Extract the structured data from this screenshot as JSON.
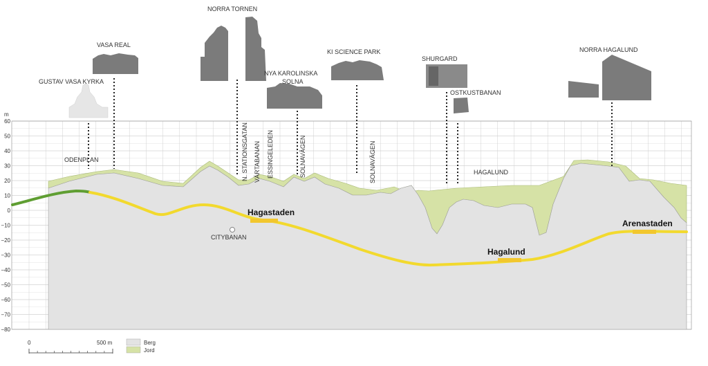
{
  "y_axis": {
    "unit": "m",
    "ticks": [
      60,
      50,
      40,
      30,
      20,
      10,
      0,
      -10,
      -20,
      -30,
      -40,
      -50,
      -60,
      -70,
      -80
    ]
  },
  "landmarks": [
    {
      "id": "gustav-vasa-kyrka",
      "label": "GUSTAV VASA KYRKA"
    },
    {
      "id": "vasa-real",
      "label": "VASA REAL"
    },
    {
      "id": "norra-tornen",
      "label": "NORRA TORNEN"
    },
    {
      "id": "nya-karolinska",
      "label_line1": "NYA KAROLINSKA",
      "label_line2": "SOLNA"
    },
    {
      "id": "ki-science-park",
      "label": "KI SCIENCE PARK"
    },
    {
      "id": "shurgard",
      "label": "SHURGARD"
    },
    {
      "id": "ostkustbanan",
      "label": "OSTKUSTBANAN"
    },
    {
      "id": "norra-hagalund",
      "label": "NORRA HAGALUND"
    }
  ],
  "street_labels": {
    "odenplan": "ODENPLAN",
    "n_stationsgatan": "N. STATIONSGATAN",
    "vartabanan": "VÄRTABANAN",
    "essingeleden": "ESSINGELEDEN",
    "solnavagen_1": "SOLNAVÄGEN",
    "solnavagen_2": "SOLNAVÄGEN",
    "hagalund": "HAGALUND",
    "citybanan": "CITYBANAN"
  },
  "stations": {
    "hagastaden": "Hagastaden",
    "hagalund": "Hagalund",
    "arenastaden": "Arenastaden"
  },
  "scale_bar": {
    "start": "0",
    "end": "500 m"
  },
  "legend": [
    {
      "label": "Berg",
      "color": "#e3e3e3"
    },
    {
      "label": "Jord",
      "color": "#d6e2a6"
    }
  ],
  "colors": {
    "tunnel": "#f2d92e",
    "existing_line": "#5f9e32",
    "bedrock": "#e3e3e3",
    "soil": "#d6e2a6",
    "building": "#7b7b7b",
    "grid": "#c8c8c8"
  }
}
